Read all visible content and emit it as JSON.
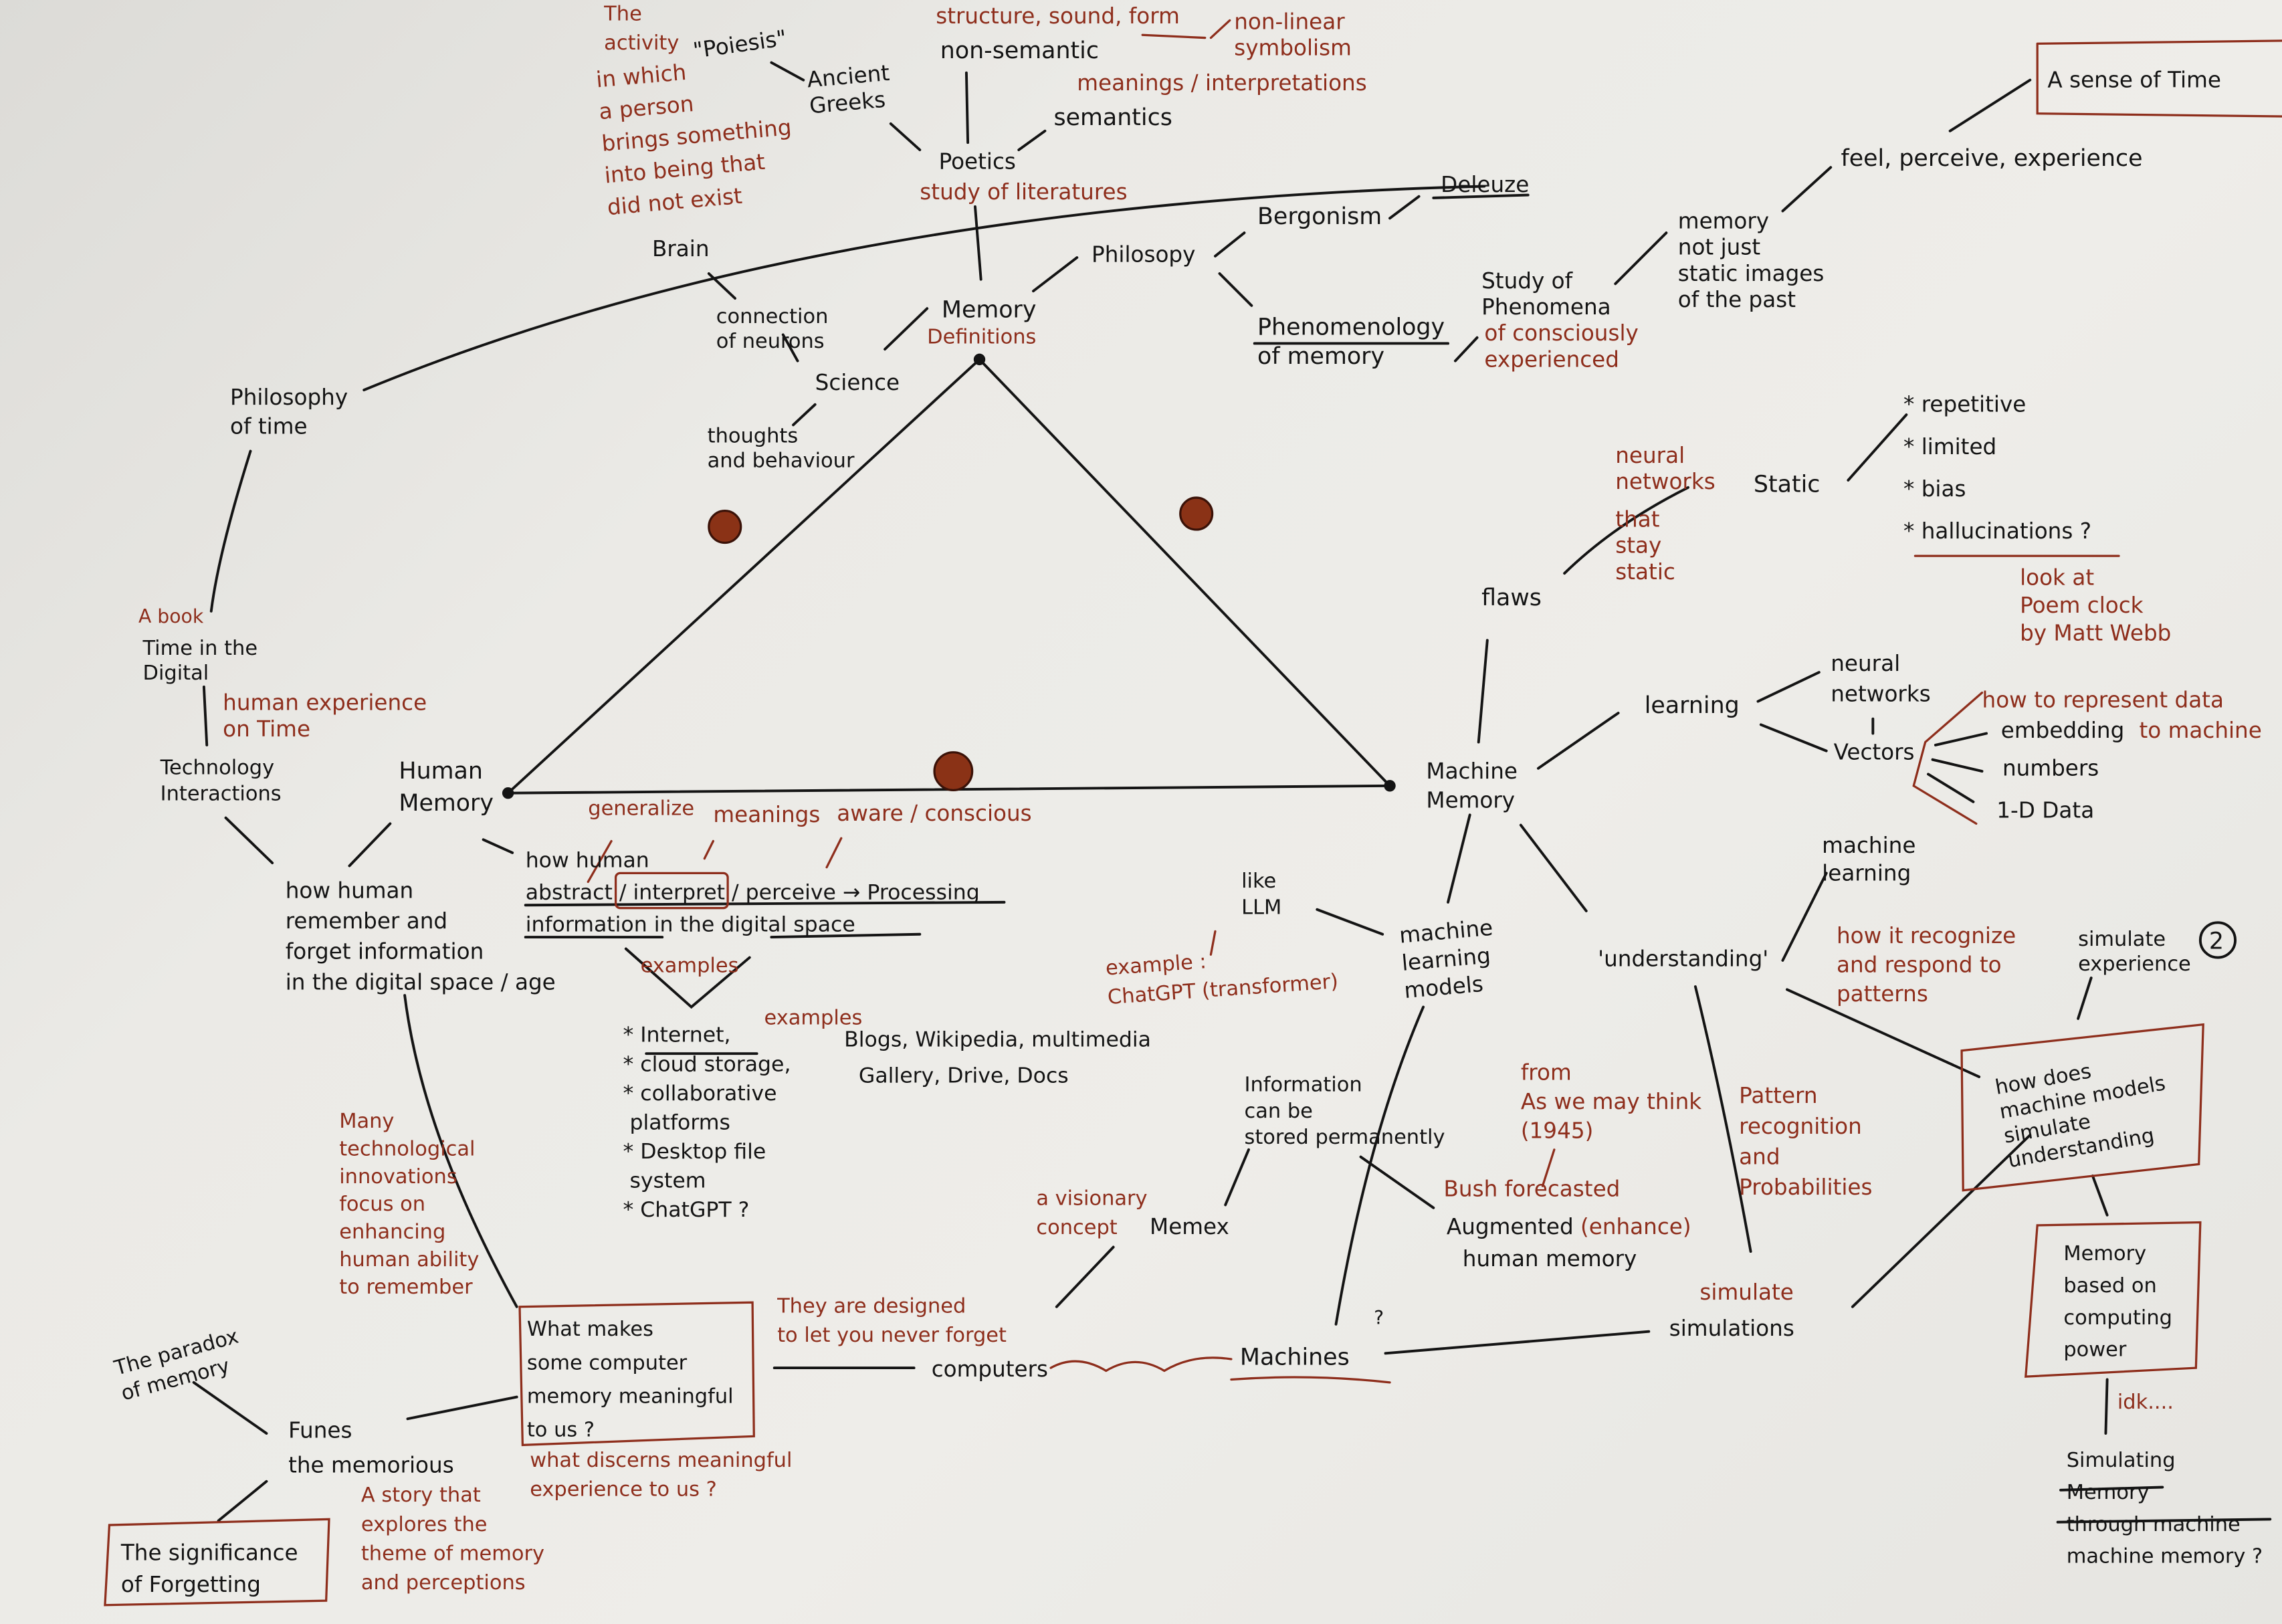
{
  "colors": {
    "ink": "#141414",
    "red_ink": "#8e2e1c",
    "paper": "#e9e8e4",
    "dot": "#8a3216"
  },
  "nodes": {
    "the_activity": {
      "lines": [
        "The",
        "activity"
      ]
    },
    "poiesis": {
      "lines": [
        "\"Poiesis\""
      ]
    },
    "in_which": {
      "lines": [
        "in which",
        "a person",
        "brings something",
        "into being that",
        "did not exist"
      ]
    },
    "ancient_greeks": {
      "lines": [
        "Ancient",
        "Greeks"
      ]
    },
    "structure": {
      "lines": [
        "structure, sound, form"
      ]
    },
    "non_linear": {
      "lines": [
        "non-linear",
        "symbolism"
      ]
    },
    "non_semantic": {
      "lines": [
        "non-semantic"
      ]
    },
    "meanings_interp": {
      "lines": [
        "meanings / interpretations"
      ]
    },
    "semantics": {
      "lines": [
        "semantics"
      ]
    },
    "poetics": {
      "lines": [
        "Poetics"
      ]
    },
    "study_lit": {
      "lines": [
        "study of literatures"
      ]
    },
    "deleuze": {
      "lines": [
        "Deleuze"
      ]
    },
    "bergonism": {
      "lines": [
        "Bergonism"
      ]
    },
    "philosopy": {
      "lines": [
        "Philosopy"
      ]
    },
    "brain": {
      "lines": [
        "Brain"
      ]
    },
    "connection": {
      "lines": [
        "connection",
        "of neurons"
      ]
    },
    "memory": {
      "lines": [
        "Memory"
      ]
    },
    "definitions": {
      "lines": [
        "Definitions"
      ]
    },
    "science": {
      "lines": [
        "Science"
      ]
    },
    "thoughts": {
      "lines": [
        "thoughts",
        "and behaviour"
      ]
    },
    "phenomenology": {
      "lines": [
        "Phenomenology",
        "of memory"
      ]
    },
    "study_phen": {
      "lines": [
        "Study of",
        "Phenomena"
      ]
    },
    "consciously": {
      "lines": [
        "of consciously",
        "experienced"
      ]
    },
    "memory_not_just": {
      "lines": [
        "memory",
        "not just",
        "static images",
        "of the past"
      ]
    },
    "feel": {
      "lines": [
        "feel, perceive, experience"
      ]
    },
    "sense_of_time": {
      "lines": [
        "A sense of Time"
      ]
    },
    "philosophy_of_time": {
      "lines": [
        "Philosophy",
        "of time"
      ]
    },
    "nn_red": {
      "lines": [
        "neural",
        "networks"
      ]
    },
    "static": {
      "lines": [
        "Static"
      ]
    },
    "stay_static": {
      "lines": [
        "that",
        "stay",
        "static"
      ]
    },
    "flaw_list": {
      "lines": [
        "* repetitive",
        "* limited",
        "* bias",
        "* hallucinations ?"
      ]
    },
    "look_at": {
      "lines": [
        "look at",
        "Poem clock",
        "by Matt Webb"
      ]
    },
    "flaws": {
      "lines": [
        "flaws"
      ]
    },
    "a_book": {
      "lines": [
        "A book"
      ]
    },
    "time_digital": {
      "lines": [
        "Time in the",
        "Digital"
      ]
    },
    "human_exp": {
      "lines": [
        "human experience",
        "on Time"
      ]
    },
    "tech": {
      "lines": [
        "Technology",
        "Interactions"
      ]
    },
    "human_memory": {
      "lines": [
        "Human",
        "Memory"
      ]
    },
    "machine_memory": {
      "lines": [
        "Machine",
        "Memory"
      ]
    },
    "learning": {
      "lines": [
        "learning"
      ]
    },
    "nn_black": {
      "lines": [
        "neural",
        "networks"
      ]
    },
    "vectors": {
      "lines": [
        "Vectors"
      ]
    },
    "represent": {
      "lines": [
        "how to represent data"
      ]
    },
    "embedding": {
      "lines": [
        "embedding"
      ]
    },
    "to_machine": {
      "lines": [
        "to machine"
      ]
    },
    "numbers": {
      "lines": [
        "numbers"
      ]
    },
    "one_d": {
      "lines": [
        "1-D Data"
      ]
    },
    "generalize": {
      "lines": [
        "generalize"
      ]
    },
    "meanings": {
      "lines": [
        "meanings"
      ]
    },
    "aware": {
      "lines": [
        "aware / conscious"
      ]
    },
    "how_human_abstract": {
      "lines": [
        "how human",
        "abstract / interpret / perceive → Processing",
        "information  in the  digital space"
      ]
    },
    "how_human_remember": {
      "lines": [
        "how human",
        "remember and",
        "forget information",
        "in the digital space / age"
      ]
    },
    "examples1": {
      "lines": [
        "examples"
      ]
    },
    "examples2": {
      "lines": [
        "examples"
      ]
    },
    "example_list": {
      "lines": [
        "* Internet,",
        "* cloud storage,",
        "* collaborative",
        "   platforms",
        "* Desktop file",
        "   system",
        "* ChatGPT ?"
      ]
    },
    "blogs": {
      "lines": [
        "Blogs, Wikipedia, multimedia"
      ]
    },
    "gallery": {
      "lines": [
        "Gallery, Drive, Docs"
      ]
    },
    "like_llm": {
      "lines": [
        "like",
        "LLM"
      ]
    },
    "example_chatgpt": {
      "lines": [
        "example :",
        "ChatGPT (transformer)"
      ]
    },
    "ml_models": {
      "lines": [
        "machine",
        "learning",
        "models"
      ]
    },
    "ml_top": {
      "lines": [
        "machine",
        "learning"
      ]
    },
    "understanding": {
      "lines": [
        "'understanding'"
      ]
    },
    "recognize": {
      "lines": [
        "how it recognize",
        "and respond to",
        "patterns"
      ]
    },
    "simulate_exp": {
      "lines": [
        "simulate",
        "experience"
      ]
    },
    "circled_two": {
      "lines": [
        "2"
      ]
    },
    "how_does": {
      "lines": [
        "how does",
        "machine models",
        "simulate",
        "understanding"
      ]
    },
    "info_stored": {
      "lines": [
        "Information",
        "can be",
        "stored permanently"
      ]
    },
    "from_bush": {
      "lines": [
        "from",
        "As we may think",
        "(1945)"
      ]
    },
    "pattern_rec": {
      "lines": [
        "Pattern",
        "recognition",
        "and",
        "Probabilities"
      ]
    },
    "visionary": {
      "lines": [
        "a visionary",
        "concept"
      ]
    },
    "memex": {
      "lines": [
        "Memex"
      ]
    },
    "bush": {
      "lines": [
        "Bush forecasted"
      ]
    },
    "augmented": {
      "lines": [
        "Augmented"
      ]
    },
    "enhance": {
      "lines": [
        "(enhance)"
      ]
    },
    "human_mem2": {
      "lines": [
        "human memory"
      ]
    },
    "many_tech": {
      "lines": [
        "Many",
        "technological",
        "innovations",
        "focus on",
        "enhancing",
        "human ability",
        "to remember"
      ]
    },
    "memory_based": {
      "lines": [
        "Memory",
        "based on",
        "computing",
        "power"
      ]
    },
    "simulate_red": {
      "lines": [
        "simulate"
      ]
    },
    "simulations": {
      "lines": [
        "simulations"
      ]
    },
    "designed": {
      "lines": [
        "They are designed",
        "to let you never forget"
      ]
    },
    "what_makes": {
      "lines": [
        "What makes",
        "some computer",
        "memory meaningful",
        "to us ?"
      ]
    },
    "computers": {
      "lines": [
        "computers"
      ]
    },
    "machines": {
      "lines": [
        "Machines"
      ]
    },
    "question": {
      "lines": [
        "?"
      ]
    },
    "idk": {
      "lines": [
        "idk...."
      ]
    },
    "simulating": {
      "lines": [
        "Simulating",
        "Memory",
        "through machine",
        "machine memory ?"
      ]
    },
    "paradox": {
      "lines": [
        "The paradox",
        "of memory"
      ]
    },
    "funes": {
      "lines": [
        "Funes",
        "the memorious"
      ]
    },
    "discerns": {
      "lines": [
        "what discerns meaningful",
        "experience to us ?"
      ]
    },
    "a_story": {
      "lines": [
        "A story that",
        "explores the",
        "theme of memory",
        "and perceptions"
      ]
    },
    "significance": {
      "lines": [
        "The significance",
        "of Forgetting"
      ]
    }
  }
}
